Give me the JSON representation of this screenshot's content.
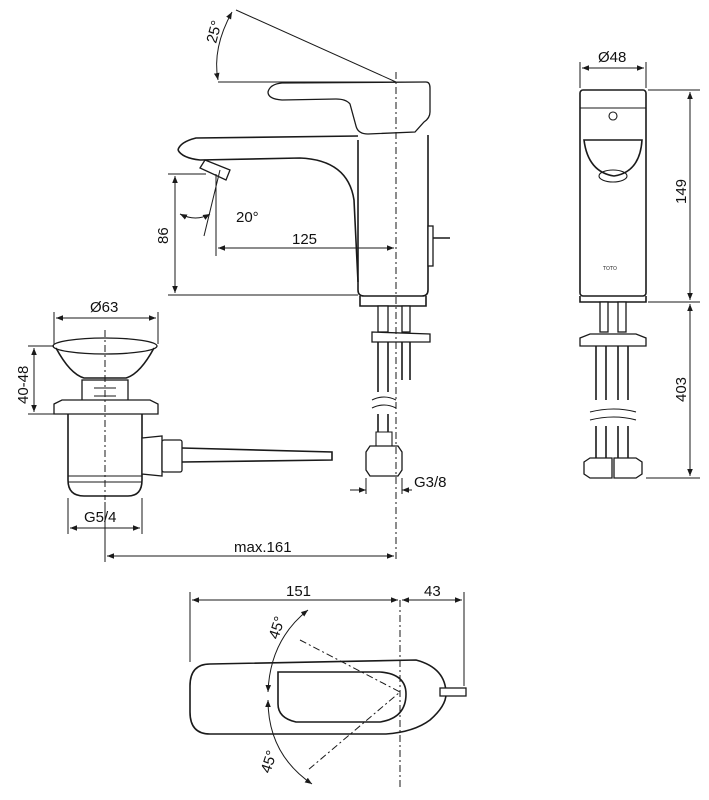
{
  "labels": {
    "angle_top": "25°",
    "angle_spout": "20°",
    "spout_height": "86",
    "spout_reach": "125",
    "body_width": "Ø48",
    "body_height": "149",
    "hose_length": "403",
    "waste_dia": "Ø63",
    "waste_range": "40-48",
    "waste_thread": "G5/4",
    "max_length": "max.161",
    "hose_thread": "G3/8",
    "top_length": "151",
    "top_handle": "43",
    "angle_top_view_1": "45°",
    "angle_top_view_2": "45°"
  },
  "logo_text": "TOTO",
  "colors": {
    "line": "#1a1a1a",
    "background": "#ffffff"
  }
}
